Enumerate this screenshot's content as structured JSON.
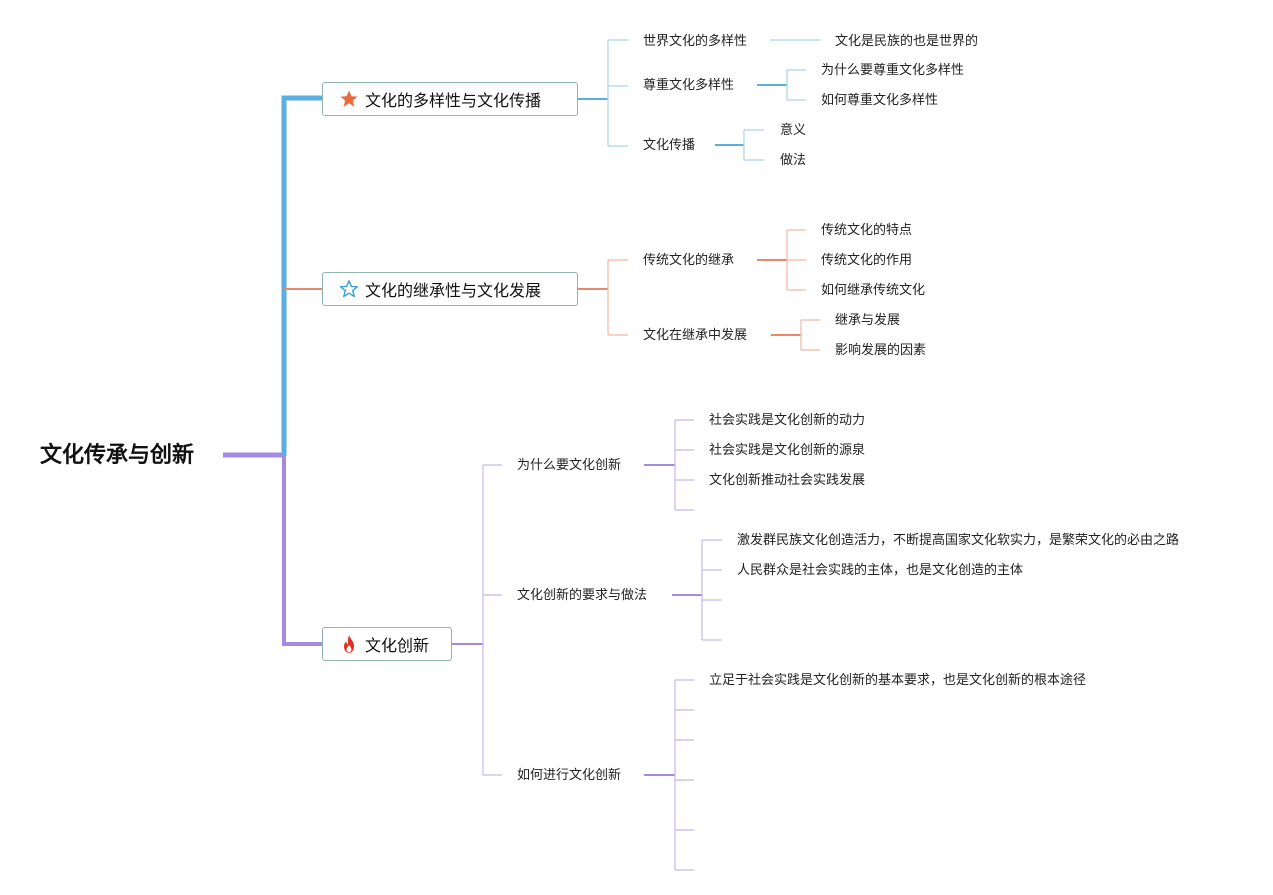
{
  "root": {
    "label": "文化传承与创新"
  },
  "branches": [
    {
      "label": "文化的多样性与文化传播",
      "icon": "filled-star-icon",
      "color": "#5aaee0",
      "subs": [
        {
          "label": "世界文化的多样性",
          "leaves": [
            "文化是民族的也是世界的"
          ]
        },
        {
          "label": "尊重文化多样性",
          "leaves": [
            "为什么要尊重文化多样性",
            "如何尊重文化多样性"
          ]
        },
        {
          "label": "文化传播",
          "leaves": [
            "意义",
            "做法"
          ]
        }
      ]
    },
    {
      "label": "文化的继承性与文化发展",
      "icon": "outline-star-icon",
      "color": "#e8896a",
      "subs": [
        {
          "label": "传统文化的继承",
          "leaves": [
            "传统文化的特点",
            "传统文化的作用",
            "如何继承传统文化"
          ]
        },
        {
          "label": "文化在继承中发展",
          "leaves": [
            "继承与发展",
            "影响发展的因素"
          ]
        }
      ]
    },
    {
      "label": "文化创新",
      "icon": "fire-icon",
      "color": "#a48be0",
      "subs": [
        {
          "label": "为什么要文化创新",
          "leaves": [
            "社会实践是文化创新的动力",
            "社会实践是文化创新的源泉",
            "文化创新推动社会实践发展",
            ""
          ]
        },
        {
          "label": "文化创新的要求与做法",
          "leaves": [
            "激发群民族文化创造活力，不断提高国家文化软实力，是繁荣文化的必由之路",
            "人民群众是社会实践的主体，也是文化创造的主体",
            "",
            ""
          ]
        },
        {
          "label": "如何进行文化创新",
          "leaves": [
            "立足于社会实践是文化创新的基本要求，也是文化创新的根本途径",
            "",
            "",
            "",
            "",
            ""
          ]
        }
      ]
    }
  ]
}
